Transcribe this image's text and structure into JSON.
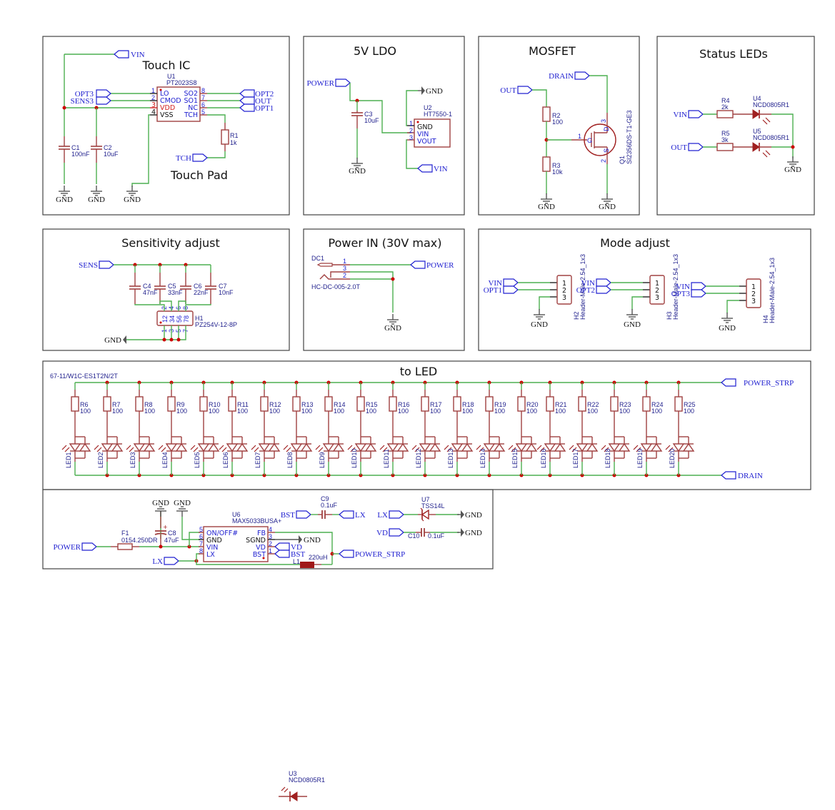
{
  "sections": {
    "touch_ic": "Touch IC",
    "ldo": "5V LDO",
    "mosfet": "MOSFET",
    "status_leds": "Status LEDs",
    "sensitivity": "Sensitivity adjust",
    "power_in": "Power IN (30V max)",
    "mode_adjust": "Mode adjust",
    "to_led": "to LED"
  },
  "touch": {
    "subtitle": "Touch Pad",
    "u1_ref": "U1",
    "u1_val": "PT2023S8",
    "pins_left": [
      {
        "n": "1",
        "name": "LO"
      },
      {
        "n": "2",
        "name": "CMOD"
      },
      {
        "n": "3",
        "name": "VDD"
      },
      {
        "n": "4",
        "name": "VSS"
      }
    ],
    "pins_right": [
      {
        "n": "8",
        "name": "SO2"
      },
      {
        "n": "7",
        "name": "SO1"
      },
      {
        "n": "6",
        "name": "NC"
      },
      {
        "n": "5",
        "name": "TCH"
      }
    ],
    "nets": {
      "vin": "VIN",
      "opt3": "OPT3",
      "sens3": "SENS3",
      "opt2": "OPT2",
      "out": "OUT",
      "opt1": "OPT1",
      "tch": "TCH"
    },
    "c1_ref": "C1",
    "c1_val": "100nF",
    "c2_ref": "C2",
    "c2_val": "10uF",
    "r1_ref": "R1",
    "r1_val": "1k",
    "gnd": "GND"
  },
  "ldo": {
    "power": "POWER",
    "gnd": "GND",
    "vin": "VIN",
    "c3_ref": "C3",
    "c3_val": "10uF",
    "u2_ref": "U2",
    "u2_val": "HT7550-1",
    "pins": [
      {
        "n": "1",
        "name": "GND"
      },
      {
        "n": "2",
        "name": "VIN"
      },
      {
        "n": "3",
        "name": "VOUT"
      }
    ]
  },
  "mosfet": {
    "drain": "DRAIN",
    "out": "OUT",
    "gnd": "GND",
    "r2_ref": "R2",
    "r2_val": "100",
    "r3_ref": "R3",
    "r3_val": "10k",
    "q1_ref": "Q1",
    "q1_val": "SI2356DS-T1-GE3",
    "pin_g": "G",
    "pin_d": "D",
    "pin_s": "S",
    "pin1": "1",
    "pin2": "2",
    "pin3": "3"
  },
  "status": {
    "vin": "VIN",
    "out": "OUT",
    "gnd": "GND",
    "r4_ref": "R4",
    "r4_val": "2k",
    "r5_ref": "R5",
    "r5_val": "3k",
    "u4_ref": "U4",
    "u4_val": "NCD0805R1",
    "u5_ref": "U5",
    "u5_val": "NCD0805R1"
  },
  "sens": {
    "sens": "SENS",
    "gnd": "GND",
    "caps": [
      {
        "ref": "C4",
        "val": "47nF"
      },
      {
        "ref": "C5",
        "val": "33nF"
      },
      {
        "ref": "C6",
        "val": "22nF"
      },
      {
        "ref": "C7",
        "val": "10nF"
      }
    ],
    "h1_ref": "H1",
    "h1_val": "PZ254V-12-8P",
    "top_pins": [
      "2",
      "4",
      "6",
      "8"
    ],
    "bot_pins": [
      "1",
      "3",
      "5",
      "7"
    ],
    "inner": [
      "12",
      "34",
      "56",
      "78"
    ]
  },
  "power_in": {
    "dc1_ref": "DC1",
    "dc1_val": "HC-DC-005-2.0T",
    "power": "POWER",
    "gnd": "GND",
    "pin1": "1",
    "pin2": "2",
    "pin3": "3"
  },
  "mode": {
    "headers": [
      {
        "ref": "H2",
        "val": "Header-Male-2.54_1x3",
        "n1": "VIN",
        "n2": "OPT1"
      },
      {
        "ref": "H3",
        "val": "Header-Male-2.54_1x3",
        "n1": "VIN",
        "n2": "OPT2"
      },
      {
        "ref": "H4",
        "val": "Header-Male-2.54_1x3",
        "n1": "VIN",
        "n2": "OPT3"
      }
    ],
    "pins": [
      "1",
      "2",
      "3"
    ],
    "gnd": "GND"
  },
  "ledstrip": {
    "part": "67-11/W1C-ES1T2N/2T",
    "power": "POWER_STRP",
    "drain": "DRAIN",
    "resistors": [
      {
        "ref": "R6",
        "val": "100"
      },
      {
        "ref": "R7",
        "val": "100"
      },
      {
        "ref": "R8",
        "val": "100"
      },
      {
        "ref": "R9",
        "val": "100"
      },
      {
        "ref": "R10",
        "val": "100"
      },
      {
        "ref": "R11",
        "val": "100"
      },
      {
        "ref": "R12",
        "val": "100"
      },
      {
        "ref": "R13",
        "val": "100"
      },
      {
        "ref": "R14",
        "val": "100"
      },
      {
        "ref": "R15",
        "val": "100"
      },
      {
        "ref": "R16",
        "val": "100"
      },
      {
        "ref": "R17",
        "val": "100"
      },
      {
        "ref": "R18",
        "val": "100"
      },
      {
        "ref": "R19",
        "val": "100"
      },
      {
        "ref": "R20",
        "val": "100"
      },
      {
        "ref": "R21",
        "val": "100"
      },
      {
        "ref": "R22",
        "val": "100"
      },
      {
        "ref": "R23",
        "val": "100"
      },
      {
        "ref": "R24",
        "val": "100"
      },
      {
        "ref": "R25",
        "val": "100"
      }
    ],
    "leds": [
      "LED1",
      "LED2",
      "LED3",
      "LED4",
      "LED5",
      "LED6",
      "LED7",
      "LED8",
      "LED9",
      "LED10",
      "LED11",
      "LED12",
      "LED13",
      "LED14",
      "LED15",
      "LED16",
      "LED17",
      "LED18",
      "LED19",
      "LED20"
    ]
  },
  "buck": {
    "gnd": "GND",
    "power": "POWER",
    "lx": "LX",
    "bst": "BST",
    "vd": "VD",
    "power_strp": "POWER_STRP",
    "f1_ref": "F1",
    "f1_val": "0154.250DR",
    "c8_ref": "C8",
    "c8_val": "47uF",
    "u6_ref": "U6",
    "u6_val": "MAX5033BUSA+",
    "pins_left": [
      {
        "n": "5",
        "name": "ON/OFF#"
      },
      {
        "n": "6",
        "name": "GND"
      },
      {
        "n": "7",
        "name": "VIN"
      },
      {
        "n": "8",
        "name": "LX"
      }
    ],
    "pins_right": [
      {
        "n": "4",
        "name": "FB"
      },
      {
        "n": "3",
        "name": "SGND"
      },
      {
        "n": "2",
        "name": "VD"
      },
      {
        "n": "1",
        "name": "BST"
      }
    ],
    "l1_ref": "L1",
    "l1_val": "220uH",
    "c9_ref": "C9",
    "c9_val": "0.1uF",
    "u7_ref": "U7",
    "u7_val": "TSS14L",
    "c10_ref": "C10",
    "c10_val": "0.1uF"
  },
  "orphan": {
    "u3_ref": "U3",
    "u3_val": "NCD0805R1"
  }
}
